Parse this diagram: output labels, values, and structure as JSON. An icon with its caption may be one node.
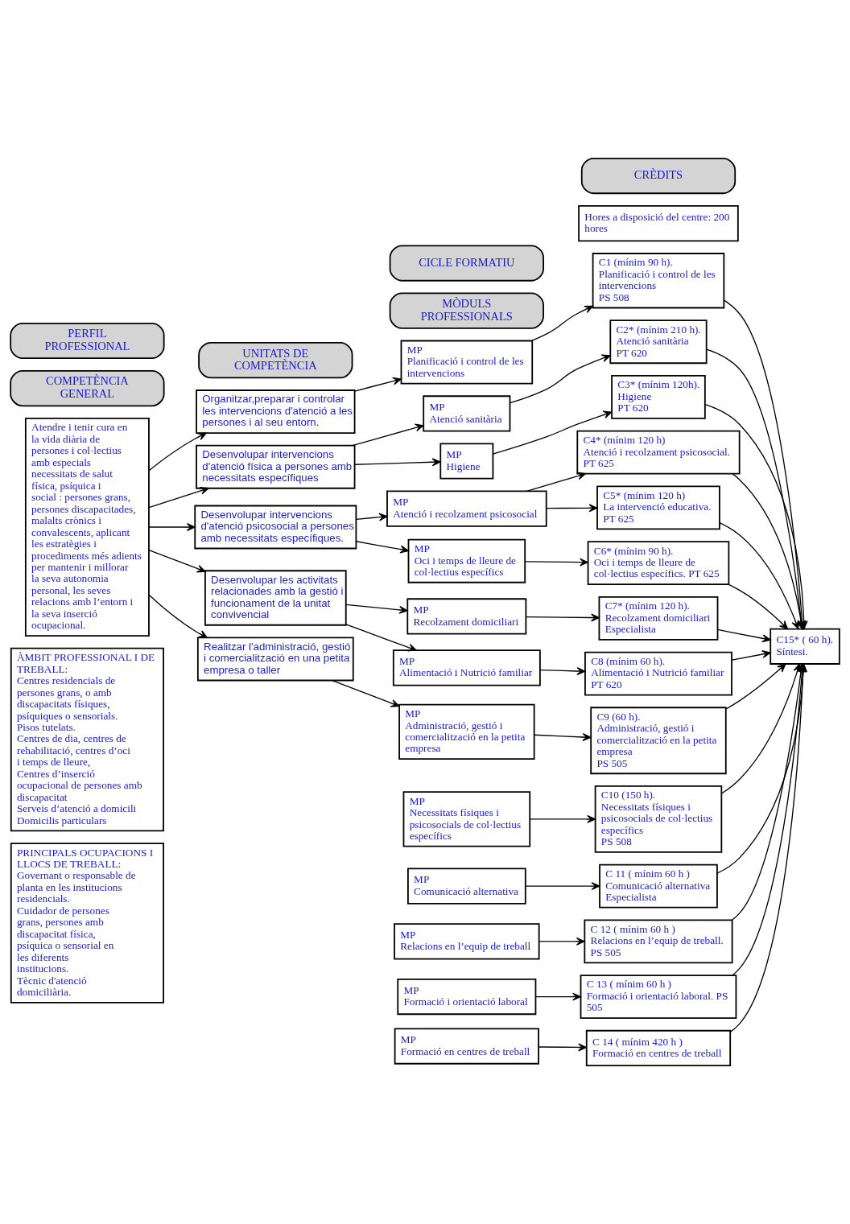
{
  "diagram": {
    "nodes": [
      {
        "text": [
          "PERFIL PROFESSIONAL"
        ]
      },
      {
        "text": [
          "CICLE FORMATIU"
        ]
      },
      {
        "text": [
          "COMPETÈNCIA GENERAL"
        ]
      },
      {
        "text": [
          "UNITATS DE COMPETÈNCIA"
        ]
      },
      {
        "text": [
          "MÒDULS PROFESSIONALS"
        ]
      },
      {
        "text": [
          "CRÈDITS"
        ]
      },
      {
        "text": [
          "Atendre i tenir cura en la vida diària de persones i col·lectius amb especials necessitats de salut física, psíquica i social : persones grans, persones discapacitades, malalts crònics i convalescents, aplicant les estratègies i procediments més adients per mantenir i millorar la seva autonomia personal, les seves relacions amb l’entorn i la seva inserció ocupacional."
        ]
      },
      {
        "text": [
          "ÀMBIT PROFESSIONAL I DE TREBALL:",
          "Centres residencials de persones grans, o amb discapacitats físiques, psíquiques o sensorials.",
          "Pisos tutelats.",
          "Centres de dia, centres de rehabilitació, centres d’oci i temps de lleure,",
          "Centres d’inserció ocupacional de persones amb discapacitat",
          "Serveis d’atenció a domicili",
          "Domicilis particulars"
        ]
      },
      {
        "text": [
          "PRINCIPALS OCUPACIONS I LLOCS DE TREBALL:",
          "Governant o responsable de planta en les institucions residencials.",
          "Cuidador de persones grans, persones amb discapacitat física, psíquica o sensorial en les diferents institucions.",
          "Tècnic d'atenció domiciliària."
        ]
      },
      {
        "text": [
          "Organitzar,preparar i controlar les intervencions d'atenció a les persones i al seu entorn."
        ]
      },
      {
        "text": [
          "Desenvolupar intervencions d'atenció física a persones amb necessitats específiques"
        ]
      },
      {
        "text": [
          "Desenvolupar intervencions d'atenció psicosocial a persones amb necessitats específiques."
        ]
      },
      {
        "text": [
          "Desenvolupar les activitats relacionades amb la gestió i funcionament de la unitat convivencial"
        ]
      },
      {
        "text": [
          "Realitzar l'administració, gestió i comercialització en una petita empresa o taller"
        ]
      },
      {
        "text": [
          "MP",
          "Planificació i control de les intervencions"
        ]
      },
      {
        "text": [
          "MP",
          "Atenció sanitària"
        ]
      },
      {
        "text": [
          "MP",
          "Higiene"
        ]
      },
      {
        "text": [
          "MP",
          "Atenció i recolzament psicosocial"
        ]
      },
      {
        "text": [
          "MP",
          "Oci i temps de lleure de col·lectius específics"
        ]
      },
      {
        "text": [
          "MP",
          "Recolzament domiciliari"
        ]
      },
      {
        "text": [
          "MP",
          "Alimentació i Nutrició familiar"
        ]
      },
      {
        "text": [
          "MP",
          "Administració, gestió i comercialització en la petita empresa"
        ]
      },
      {
        "text": [
          "MP",
          "Necessitats físiques i psicosocials de col·lectius específics"
        ]
      },
      {
        "text": [
          "MP",
          "Comunicació alternativa"
        ]
      },
      {
        "text": [
          "MP",
          "Relacions en l’equip de treball"
        ]
      },
      {
        "text": [
          "MP",
          "Formació i orientació laboral"
        ]
      },
      {
        "text": [
          "MP",
          "Formació en centres de treball"
        ]
      },
      {
        "text": [
          "Hores a disposició del centre: 200 hores"
        ]
      },
      {
        "text": [
          "C1 (mínim 90 h).",
          "Planificació i control de les intervencions",
          "PS 508"
        ]
      },
      {
        "text": [
          "C2* (mínim 210 h).",
          "Atenció sanitària",
          "PT 620"
        ]
      },
      {
        "text": [
          "C3* (mínim 120h).",
          "Higiene",
          "PT 620"
        ]
      },
      {
        "text": [
          "C4* (mínim 120 h)",
          "Atenció i recolzament psicosocial.",
          "PT 625"
        ]
      },
      {
        "text": [
          "C5* (mínim 120 h)",
          "La intervenció educativa.",
          "PT 625"
        ]
      },
      {
        "text": [
          "C6* (mínim 90 h).",
          "Oci i temps de lleure de col·lectius específics. PT 625"
        ]
      },
      {
        "text": [
          "C7* (mínim 120 h).",
          "Recolzament domiciliari",
          "Especialista"
        ]
      },
      {
        "text": [
          "C8 (mínim 60 h).",
          "Alimentació i Nutrició familiar",
          "PT 620"
        ]
      },
      {
        "text": [
          "C9 (60 h).",
          "Administració, gestió i comercialització en la petita empresa",
          "PS 505"
        ]
      },
      {
        "text": [
          "C10 (150 h).",
          "Necessitats físiques i psicosocials de col·lectius específics",
          "PS 508"
        ]
      },
      {
        "text": [
          "C 11 ( mínim 60 h )",
          "Comunicació alternativa",
          "Especialista"
        ]
      },
      {
        "text": [
          "C 12 ( mínim 60 h )",
          "Relacions en l’equip de treball. PS 505"
        ]
      },
      {
        "text": [
          "C 13 ( mínim 60 h )",
          "Formació i orientació laboral. PS 505"
        ]
      },
      {
        "text": [
          "C 14 ( mínim 420 h )",
          "Formació en centres de treball"
        ]
      },
      {
        "text": [
          "C15* ( 60 h).",
          "Síntesi."
        ]
      }
    ],
    "edges": [
      {
        "from": 6,
        "to": 9,
        "arrow": "to"
      },
      {
        "from": 6,
        "to": 10,
        "arrow": "to"
      },
      {
        "from": 6,
        "to": 11,
        "arrow": "to"
      },
      {
        "from": 6,
        "to": 12,
        "arrow": "to"
      },
      {
        "from": 6,
        "to": 13,
        "arrow": "to"
      },
      {
        "from": 9,
        "to": 14,
        "arrow": "to"
      },
      {
        "from": 10,
        "to": 15,
        "arrow": "to"
      },
      {
        "from": 10,
        "to": 16,
        "arrow": "to"
      },
      {
        "from": 11,
        "to": 17,
        "arrow": "to"
      },
      {
        "from": 11,
        "to": 18,
        "arrow": "to"
      },
      {
        "from": 12,
        "to": 19,
        "arrow": "to"
      },
      {
        "from": 12,
        "to": 20,
        "arrow": "to"
      },
      {
        "from": 13,
        "to": 21,
        "arrow": "to"
      },
      {
        "from": 14,
        "to": 28,
        "arrow": "to"
      },
      {
        "from": 15,
        "to": 29,
        "arrow": "to"
      },
      {
        "from": 16,
        "to": 30,
        "arrow": "to"
      },
      {
        "from": 17,
        "to": 31,
        "arrow": "to"
      },
      {
        "from": 17,
        "to": 32,
        "arrow": "to"
      },
      {
        "from": 18,
        "to": 33,
        "arrow": "to"
      },
      {
        "from": 19,
        "to": 34,
        "arrow": "to"
      },
      {
        "from": 20,
        "to": 35,
        "arrow": "to"
      },
      {
        "from": 21,
        "to": 36,
        "arrow": "to"
      },
      {
        "from": 22,
        "to": 37,
        "arrow": "to"
      },
      {
        "from": 23,
        "to": 38,
        "arrow": "to"
      },
      {
        "from": 24,
        "to": 39,
        "arrow": "to"
      },
      {
        "from": 25,
        "to": 40,
        "arrow": "to"
      },
      {
        "from": 26,
        "to": 41,
        "arrow": "to"
      },
      {
        "from": 28,
        "to": 42,
        "arrow": "to"
      },
      {
        "from": 29,
        "to": 42,
        "arrow": "to"
      },
      {
        "from": 30,
        "to": 42,
        "arrow": "to"
      },
      {
        "from": 31,
        "to": 42,
        "arrow": "to"
      },
      {
        "from": 32,
        "to": 42,
        "arrow": "to"
      },
      {
        "from": 33,
        "to": 42,
        "arrow": "to"
      },
      {
        "from": 34,
        "to": 42,
        "arrow": "to"
      },
      {
        "from": 35,
        "to": 42,
        "arrow": "to"
      },
      {
        "from": 36,
        "to": 42,
        "arrow": "to"
      },
      {
        "from": 37,
        "to": 42,
        "arrow": "to"
      },
      {
        "from": 38,
        "to": 42,
        "arrow": "to"
      },
      {
        "from": 39,
        "to": 42,
        "arrow": "to"
      },
      {
        "from": 40,
        "to": 42,
        "arrow": "to"
      },
      {
        "from": 41,
        "to": 42,
        "arrow": "to"
      }
    ]
  }
}
